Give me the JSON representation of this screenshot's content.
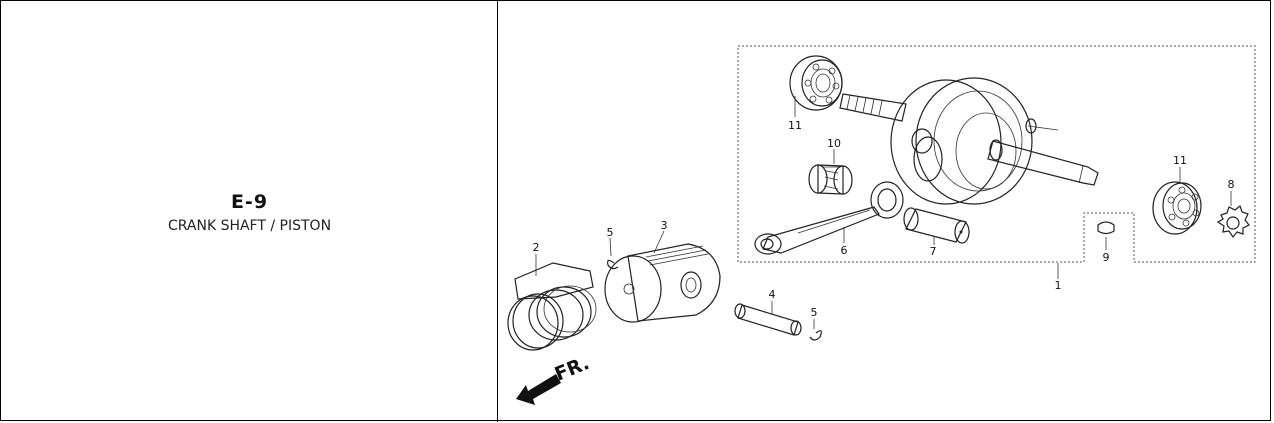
{
  "section": {
    "code": "E-9",
    "title": "CRANK SHAFT / PISTON"
  },
  "diagram": {
    "callouts": {
      "p1": "1",
      "p2": "2",
      "p3": "3",
      "p4": "4",
      "p5a": "5",
      "p5b": "5",
      "p6": "6",
      "p7": "7",
      "p8": "8",
      "p9": "9",
      "p10": "10",
      "p11a": "11",
      "p11b": "11"
    },
    "direction_label": "FR."
  }
}
